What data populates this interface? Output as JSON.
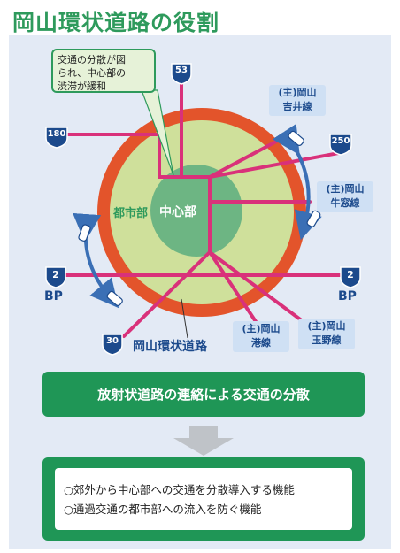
{
  "title": "岡山環状道路の役割",
  "callout": {
    "lines": [
      "交通の分散が図",
      "られ、中心部の",
      "渋滞が緩和"
    ]
  },
  "zones": {
    "outer": "都市部",
    "inner": "中心部"
  },
  "ring_road_label": "岡山環状道路",
  "route_shields": {
    "r53": "53",
    "r180": "180",
    "r250": "250",
    "r2_left": "2",
    "r2_right": "2",
    "r30": "30"
  },
  "bypass_labels": {
    "left": "BP",
    "right": "BP"
  },
  "prefectural_roads": {
    "yoshii": [
      "(主)岡山",
      "吉井線"
    ],
    "ushimado": [
      "(主)岡山",
      "牛窓線"
    ],
    "minato": [
      "(主)岡山",
      "港線"
    ],
    "tamano": [
      "(主)岡山",
      "玉野線"
    ]
  },
  "banner": "放射状道路の連絡による交通の分散",
  "effects": [
    "○郊外から中心部への交通を分散導入する機能",
    "○通過交通の都市部への流入を防ぐ機能"
  ],
  "colors": {
    "title_green": "#2e9a5c",
    "panel_bg": "#e3eaf5",
    "ring_orange": "#e3542b",
    "urban_light_green": "#cfe09b",
    "center_green": "#6db583",
    "road_magenta": "#d9317a",
    "flow_arrow_blue": "#3a6fb5",
    "shield_navy": "#1c4a8c",
    "label_box_blue": "#cfe0f4",
    "banner_green": "#1f9656"
  }
}
